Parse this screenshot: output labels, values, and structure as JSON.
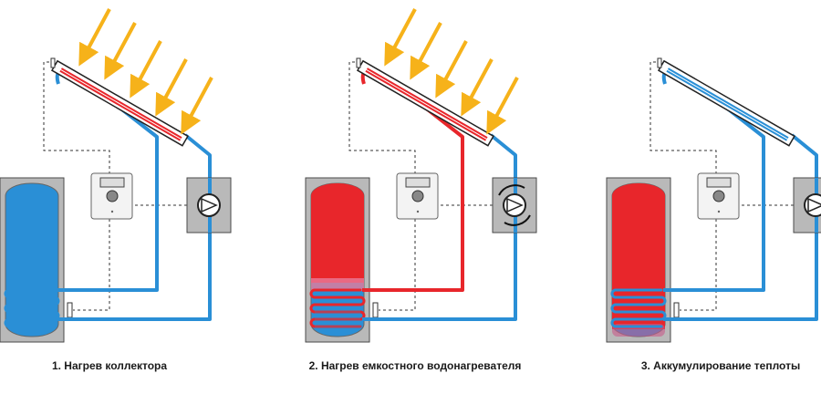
{
  "colors": {
    "hot": "#e8262b",
    "cold": "#2a8fd6",
    "sun": "#f6b21a",
    "frame": "#b9b9b9",
    "frame_edge": "#4a4a4a",
    "dash": "#333333"
  },
  "panels": [
    {
      "caption": "1. Нагрев коллектора",
      "sun": true,
      "collector_state": "hot",
      "loop_left_state": "cold",
      "tank_state": "cold",
      "coil_state": "cold",
      "pump_running": false
    },
    {
      "caption": "2. Нагрев емкостного водонагревателя",
      "sun": true,
      "collector_state": "hot",
      "loop_left_state": "hot",
      "tank_state": "mostly-hot",
      "coil_state": "hot",
      "pump_running": true
    },
    {
      "caption": "3. Аккумулирование теплоты",
      "sun": false,
      "collector_state": "cold",
      "loop_left_state": "cold",
      "tank_state": "hot",
      "coil_state": "cold",
      "pump_running": false
    }
  ],
  "icons": [
    "sun-ray-icon",
    "pump-icon",
    "controller-icon",
    "temperature-sensor-icon",
    "heat-exchanger-coil-icon"
  ]
}
